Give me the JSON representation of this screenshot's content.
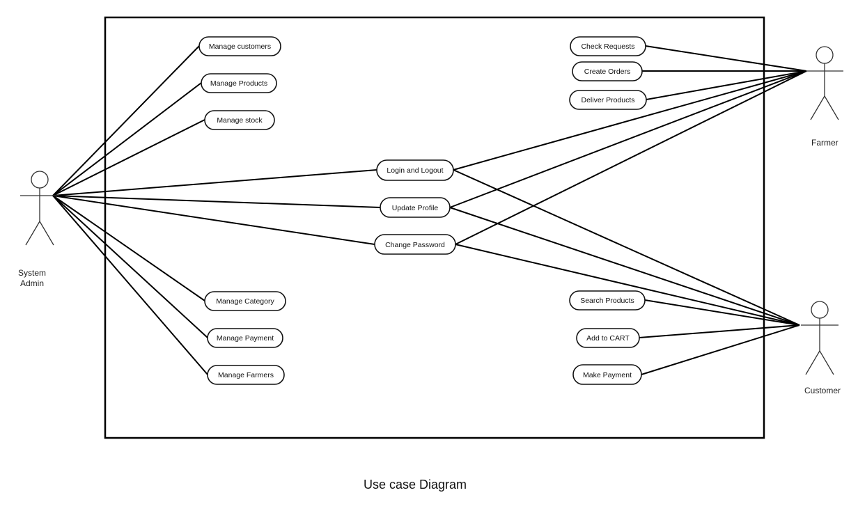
{
  "diagram": {
    "caption": "Use case Diagram",
    "actors": {
      "admin": {
        "label_line1": "System",
        "label_line2": "Admin"
      },
      "farmer": {
        "label": "Farmer"
      },
      "customer": {
        "label": "Customer"
      }
    },
    "use_cases": {
      "manage_customers": "Manage customers",
      "manage_products": "Manage Products",
      "manage_stock": "Manage stock",
      "login_logout": "Login and Logout",
      "update_profile": "Update Profile",
      "change_password": "Change Password",
      "manage_category": "Manage Category",
      "manage_payment": "Manage Payment",
      "manage_farmers": "Manage Farmers",
      "check_requests": "Check Requests",
      "create_orders": "Create Orders",
      "deliver_products": "Deliver Products",
      "search_products": "Search Products",
      "add_to_cart": "Add to CART",
      "make_payment": "Make Payment"
    },
    "associations": [
      [
        "admin",
        "manage_customers"
      ],
      [
        "admin",
        "manage_products"
      ],
      [
        "admin",
        "manage_stock"
      ],
      [
        "admin",
        "login_logout"
      ],
      [
        "admin",
        "update_profile"
      ],
      [
        "admin",
        "change_password"
      ],
      [
        "admin",
        "manage_category"
      ],
      [
        "admin",
        "manage_payment"
      ],
      [
        "admin",
        "manage_farmers"
      ],
      [
        "farmer",
        "check_requests"
      ],
      [
        "farmer",
        "create_orders"
      ],
      [
        "farmer",
        "deliver_products"
      ],
      [
        "farmer",
        "login_logout"
      ],
      [
        "farmer",
        "update_profile"
      ],
      [
        "farmer",
        "change_password"
      ],
      [
        "customer",
        "login_logout"
      ],
      [
        "customer",
        "update_profile"
      ],
      [
        "customer",
        "change_password"
      ],
      [
        "customer",
        "search_products"
      ],
      [
        "customer",
        "add_to_cart"
      ],
      [
        "customer",
        "make_payment"
      ]
    ]
  }
}
